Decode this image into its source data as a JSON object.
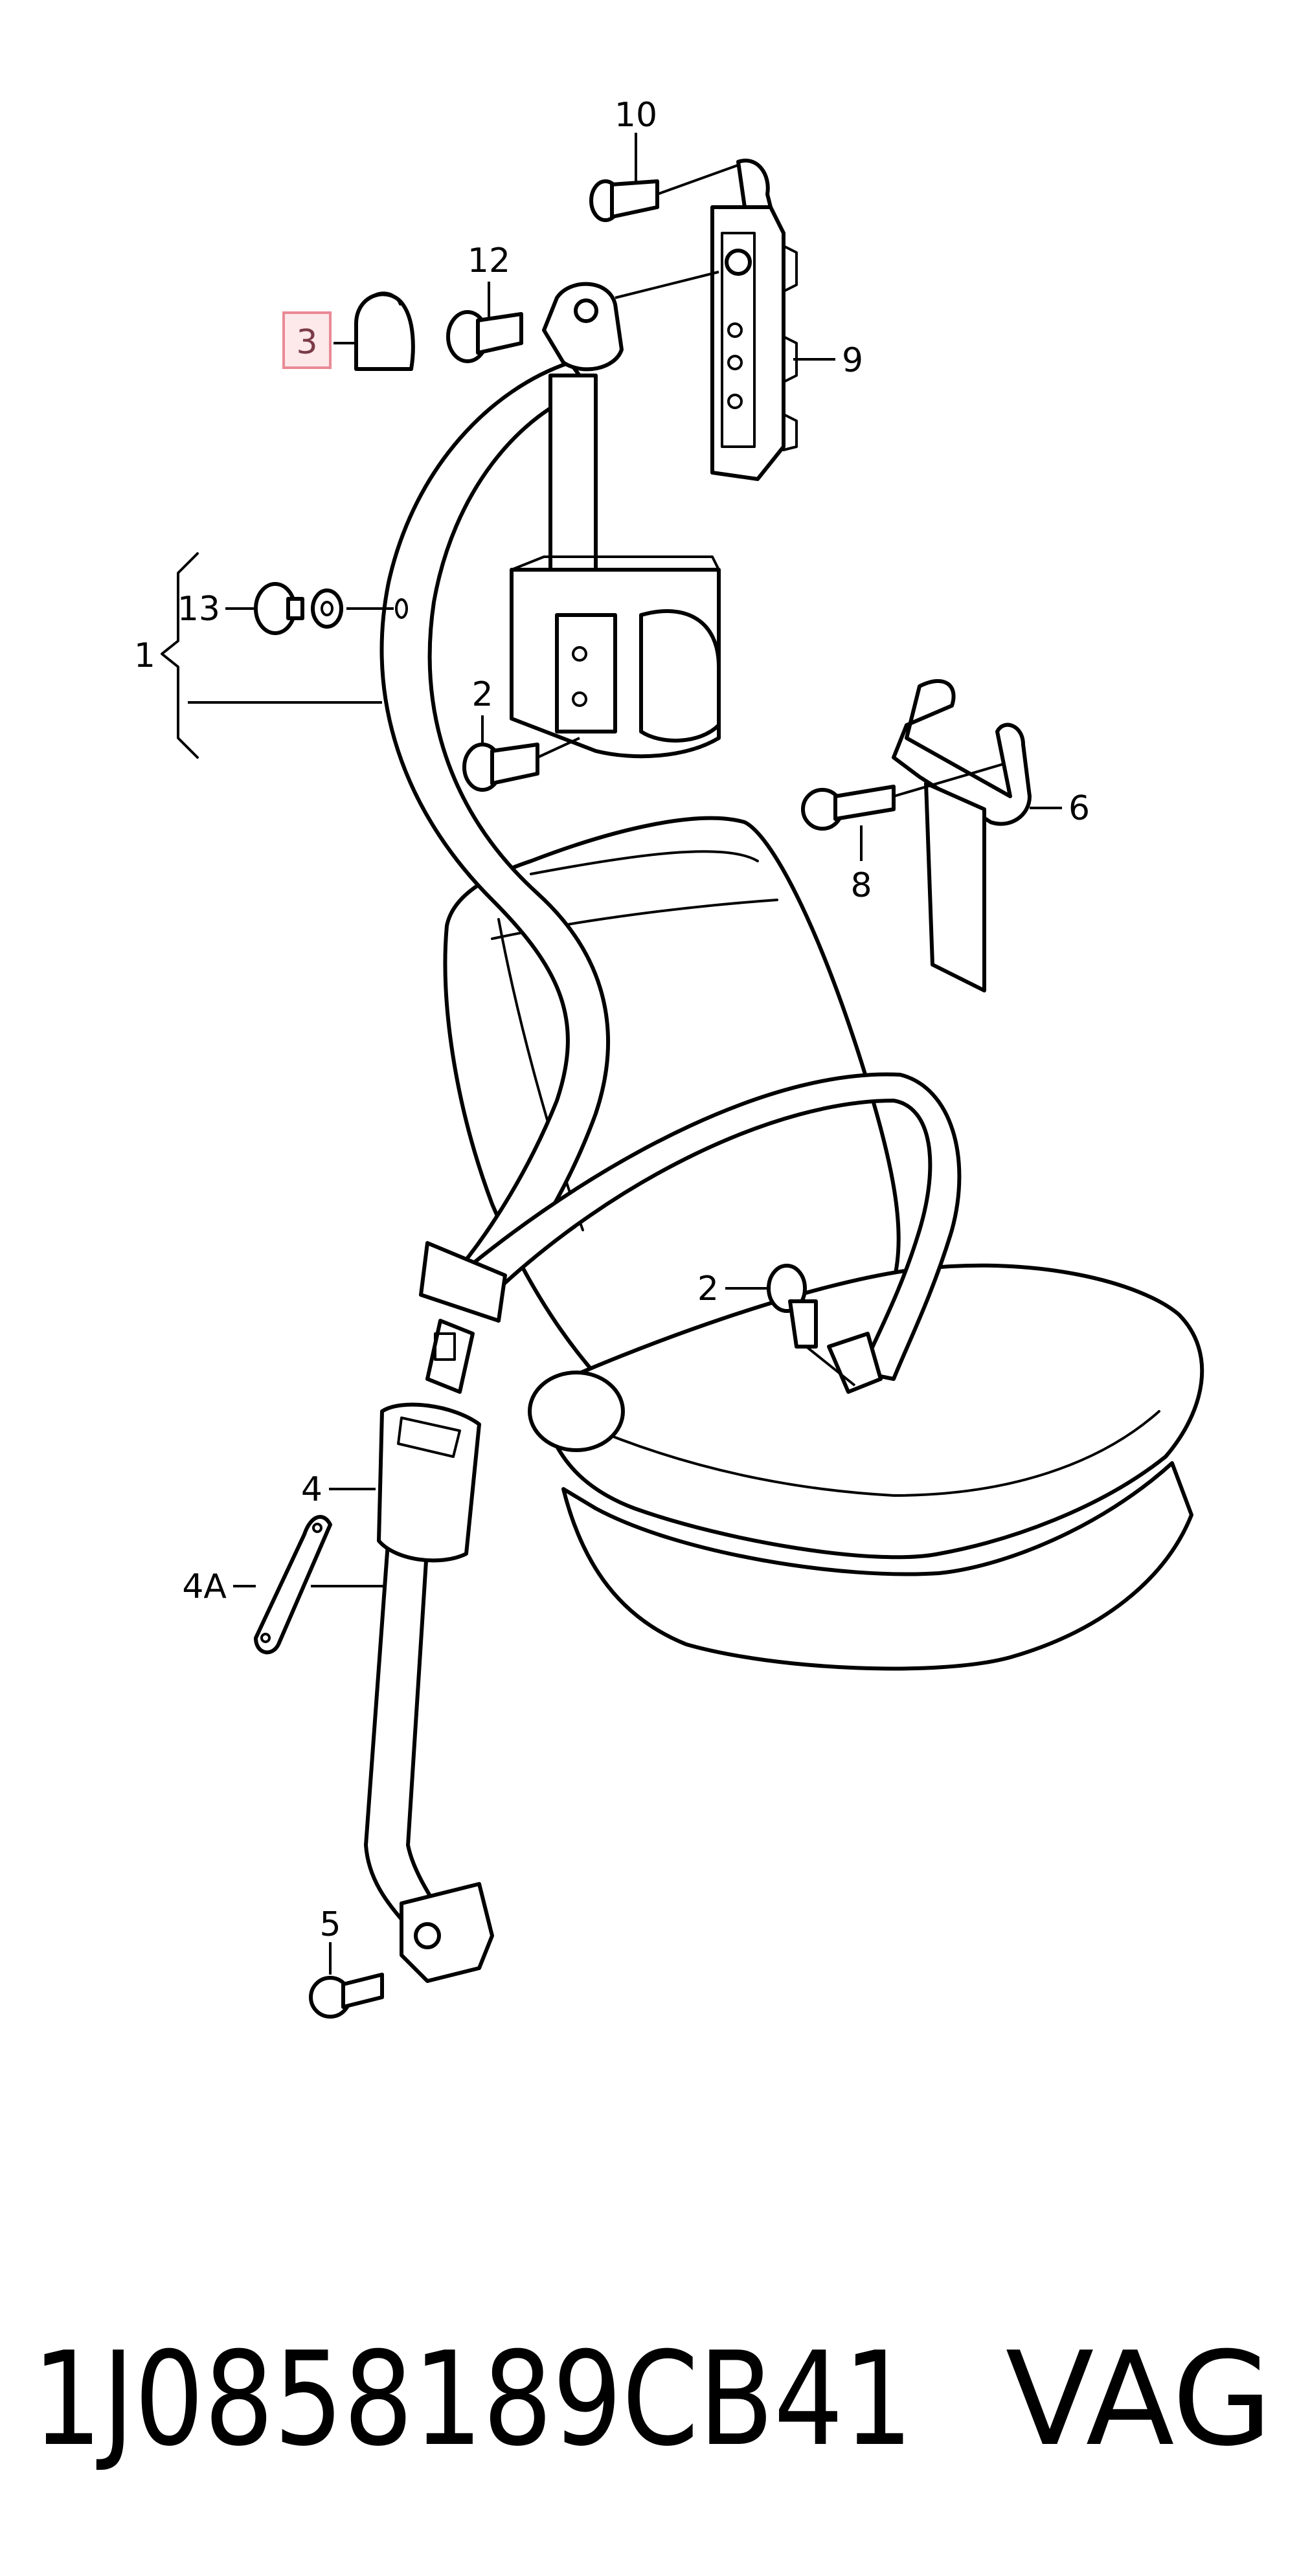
{
  "labels": {
    "p1": "1",
    "p2a": "2",
    "p2b": "2",
    "p3": "3",
    "p4": "4",
    "p4a": "4A",
    "p5": "5",
    "p6": "6",
    "p8": "8",
    "p9": "9",
    "p10": "10",
    "p12": "12",
    "p13": "13"
  },
  "footer": {
    "part_number": "1J0858189CB41",
    "brand": "VAG"
  },
  "colors": {
    "highlight_border": "#e88a95",
    "highlight_fill": "#fde8ea",
    "line": "#000000"
  }
}
